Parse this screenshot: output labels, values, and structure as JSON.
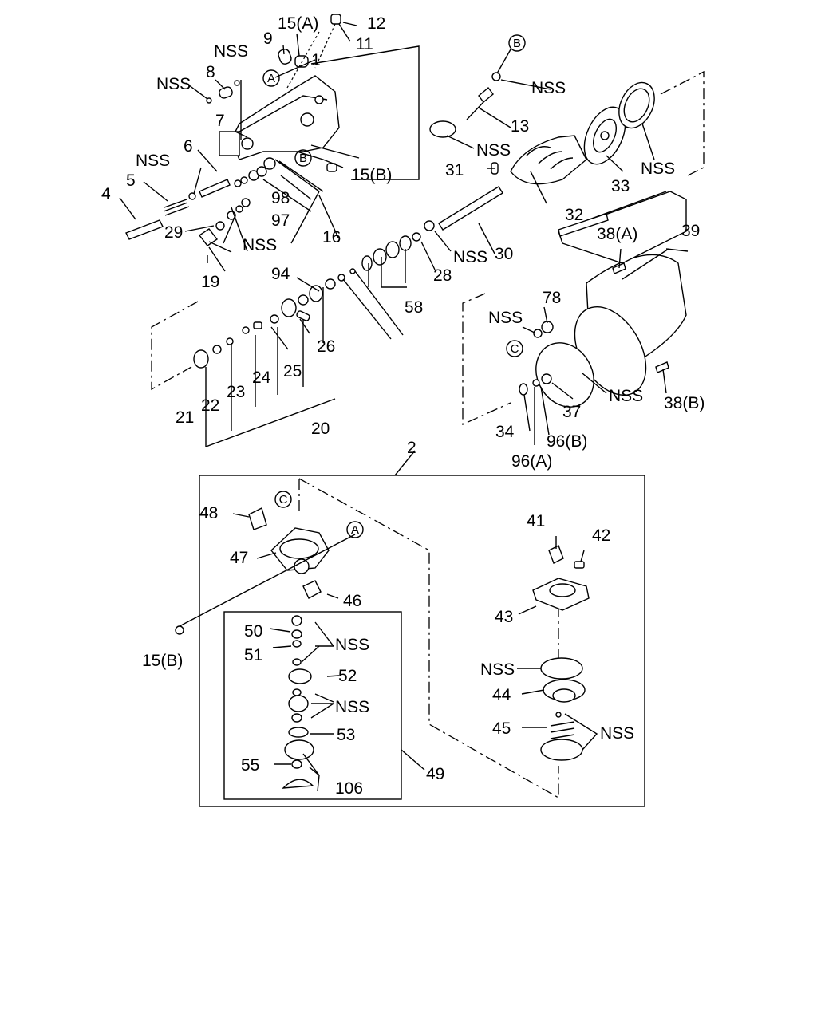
{
  "labels": {
    "l15A": "15(A)",
    "l12": "12",
    "l11": "11",
    "l9": "9",
    "l1": "1",
    "lNSS1": "NSS",
    "l8": "8",
    "lNSS2": "NSS",
    "l7": "7",
    "l6": "6",
    "lNSS3": "NSS",
    "l5": "5",
    "l4": "4",
    "l29": "29",
    "l19": "19",
    "l98": "98",
    "l97": "97",
    "l16": "16",
    "lNSS4": "NSS",
    "l15B": "15(B)",
    "lNSS5": "NSS",
    "l13": "13",
    "lNSS6": "NSS",
    "l31": "31",
    "l32": "32",
    "l33": "33",
    "lNSS7": "NSS",
    "l30": "30",
    "lNSS8": "NSS",
    "l28": "28",
    "l58": "58",
    "l94": "94",
    "l26": "26",
    "l25": "25",
    "l24": "24",
    "l23": "23",
    "l22": "22",
    "l21": "21",
    "l20": "20",
    "l38A": "38(A)",
    "l39": "39",
    "l78": "78",
    "lNSS9": "NSS",
    "lNSS10": "NSS",
    "l38B": "38(B)",
    "l37": "37",
    "l34": "34",
    "l96B": "96(B)",
    "l96A": "96(A)",
    "l2": "2",
    "l48": "48",
    "l47": "47",
    "l46": "46",
    "l15B2": "15(B)",
    "l50": "50",
    "l51": "51",
    "lNSS11": "NSS",
    "l52": "52",
    "lNSS12": "NSS",
    "l53": "53",
    "l55": "55",
    "l106": "106",
    "l49": "49",
    "l41": "41",
    "l42": "42",
    "l43": "43",
    "lNSS13": "NSS",
    "l44": "44",
    "l45": "45",
    "lNSS14": "NSS"
  },
  "refs": {
    "A": "A",
    "B": "B",
    "C": "C"
  }
}
